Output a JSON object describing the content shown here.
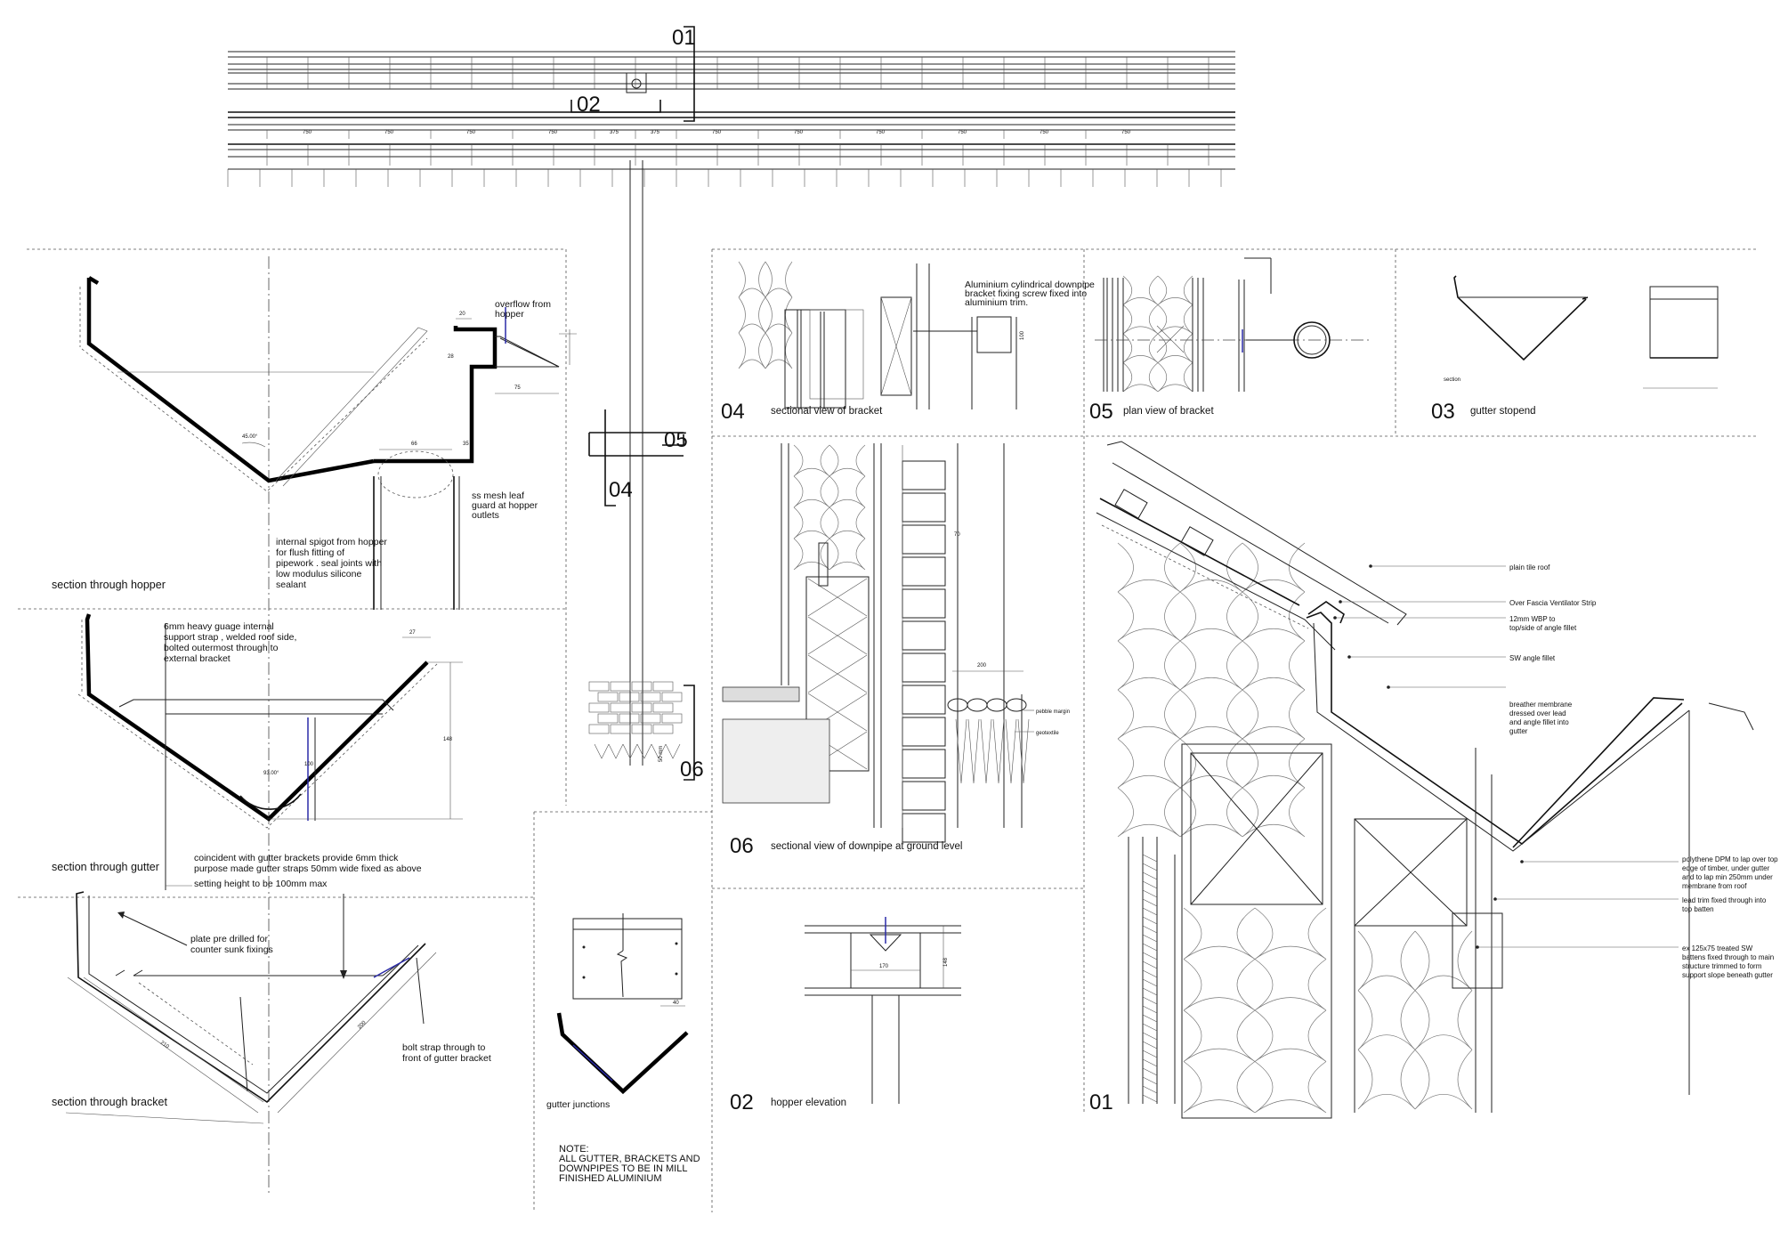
{
  "top_plan": {
    "markers": [
      "01",
      "02"
    ],
    "dimensions": [
      "750",
      "750",
      "750",
      "750",
      "375",
      "375",
      "750",
      "750",
      "750",
      "750",
      "750",
      "750"
    ]
  },
  "section_markers": {
    "m05": "05",
    "m04": "04",
    "m06": "06"
  },
  "hopper_section": {
    "title": "section through hopper",
    "dims": {
      "w20": "20",
      "h28": "28",
      "w75": "75",
      "w35": "35",
      "w66": "66",
      "angle": "45.00°"
    },
    "label_overflow": "overflow from\nhopper",
    "label_leaf_guard": "ss mesh leaf\nguard at hopper\noutlets",
    "label_spigot": "internal spigot from hopper\nfor flush fitting of\npipework . seal joints with\nlow modulus silicone\nsealant"
  },
  "gutter_section": {
    "title": "section through gutter",
    "dims": {
      "w27": "27",
      "h148": "148",
      "angle": "93.00°",
      "h100": "100"
    },
    "label_strap": "6mm heavy guage internal\nsupport strap , welded roof side,\nbolted outermost through to\nexternal bracket",
    "label_brackets": "coincident with gutter brackets provide 6mm thick\npurpose made gutter straps 50mm wide fixed as above",
    "label_setting": "setting height to be 100mm max"
  },
  "bracket_section": {
    "title": "section through bracket",
    "dims": {
      "l210": "210",
      "l200": "200"
    },
    "label_plate": "plate pre drilled for\ncounter sunk fixings",
    "label_bolt": "bolt strap through to\nfront of gutter bracket"
  },
  "detail04": {
    "number": "04",
    "title": "sectional view of bracket",
    "label": "Aluminium cylindrical downpipe\nbracket fixing screw fixed into\naluminium trim.",
    "dim": "100"
  },
  "detail05": {
    "number": "05",
    "title": "plan view of bracket"
  },
  "detail03": {
    "number": "03",
    "title": "gutter stopend",
    "label_section": "section"
  },
  "detail06": {
    "number": "06",
    "title": "sectional view of downpipe at ground level",
    "dims": {
      "d70": "70",
      "d200": "200",
      "d50": "50 mm"
    },
    "label_pebble": "pebble margin",
    "label_geotextile": "geotextile"
  },
  "junctions": {
    "title": "gutter junctions",
    "dim": "40"
  },
  "detail02": {
    "number": "02",
    "title": "hopper elevation",
    "dims": {
      "w170": "170",
      "h148": "148"
    }
  },
  "note": "NOTE:\nALL GUTTER, BRACKETS AND\nDOWNPIPES TO BE IN MILL\nFINISHED ALUMINIUM",
  "detail01": {
    "number": "01",
    "labels": [
      "plain tile roof",
      "Over Fascia Ventilator Strip",
      "12mm  WBP to\ntop/side  of angle fillet",
      "SW angle fillet",
      "breather membrane\ndressed over lead\nand angle fillet into\ngutter",
      "polythene  DPM to lap over top\nedge of timber, under gutter\nand to lap min 250mm  under\nmembrane  from roof",
      "lead trim fixed through into\ntop batten",
      "ex 125x75 treated  SW\nbattens fixed through to main\nstructure trimmed to form\nsupport slope beneath  gutter"
    ]
  }
}
